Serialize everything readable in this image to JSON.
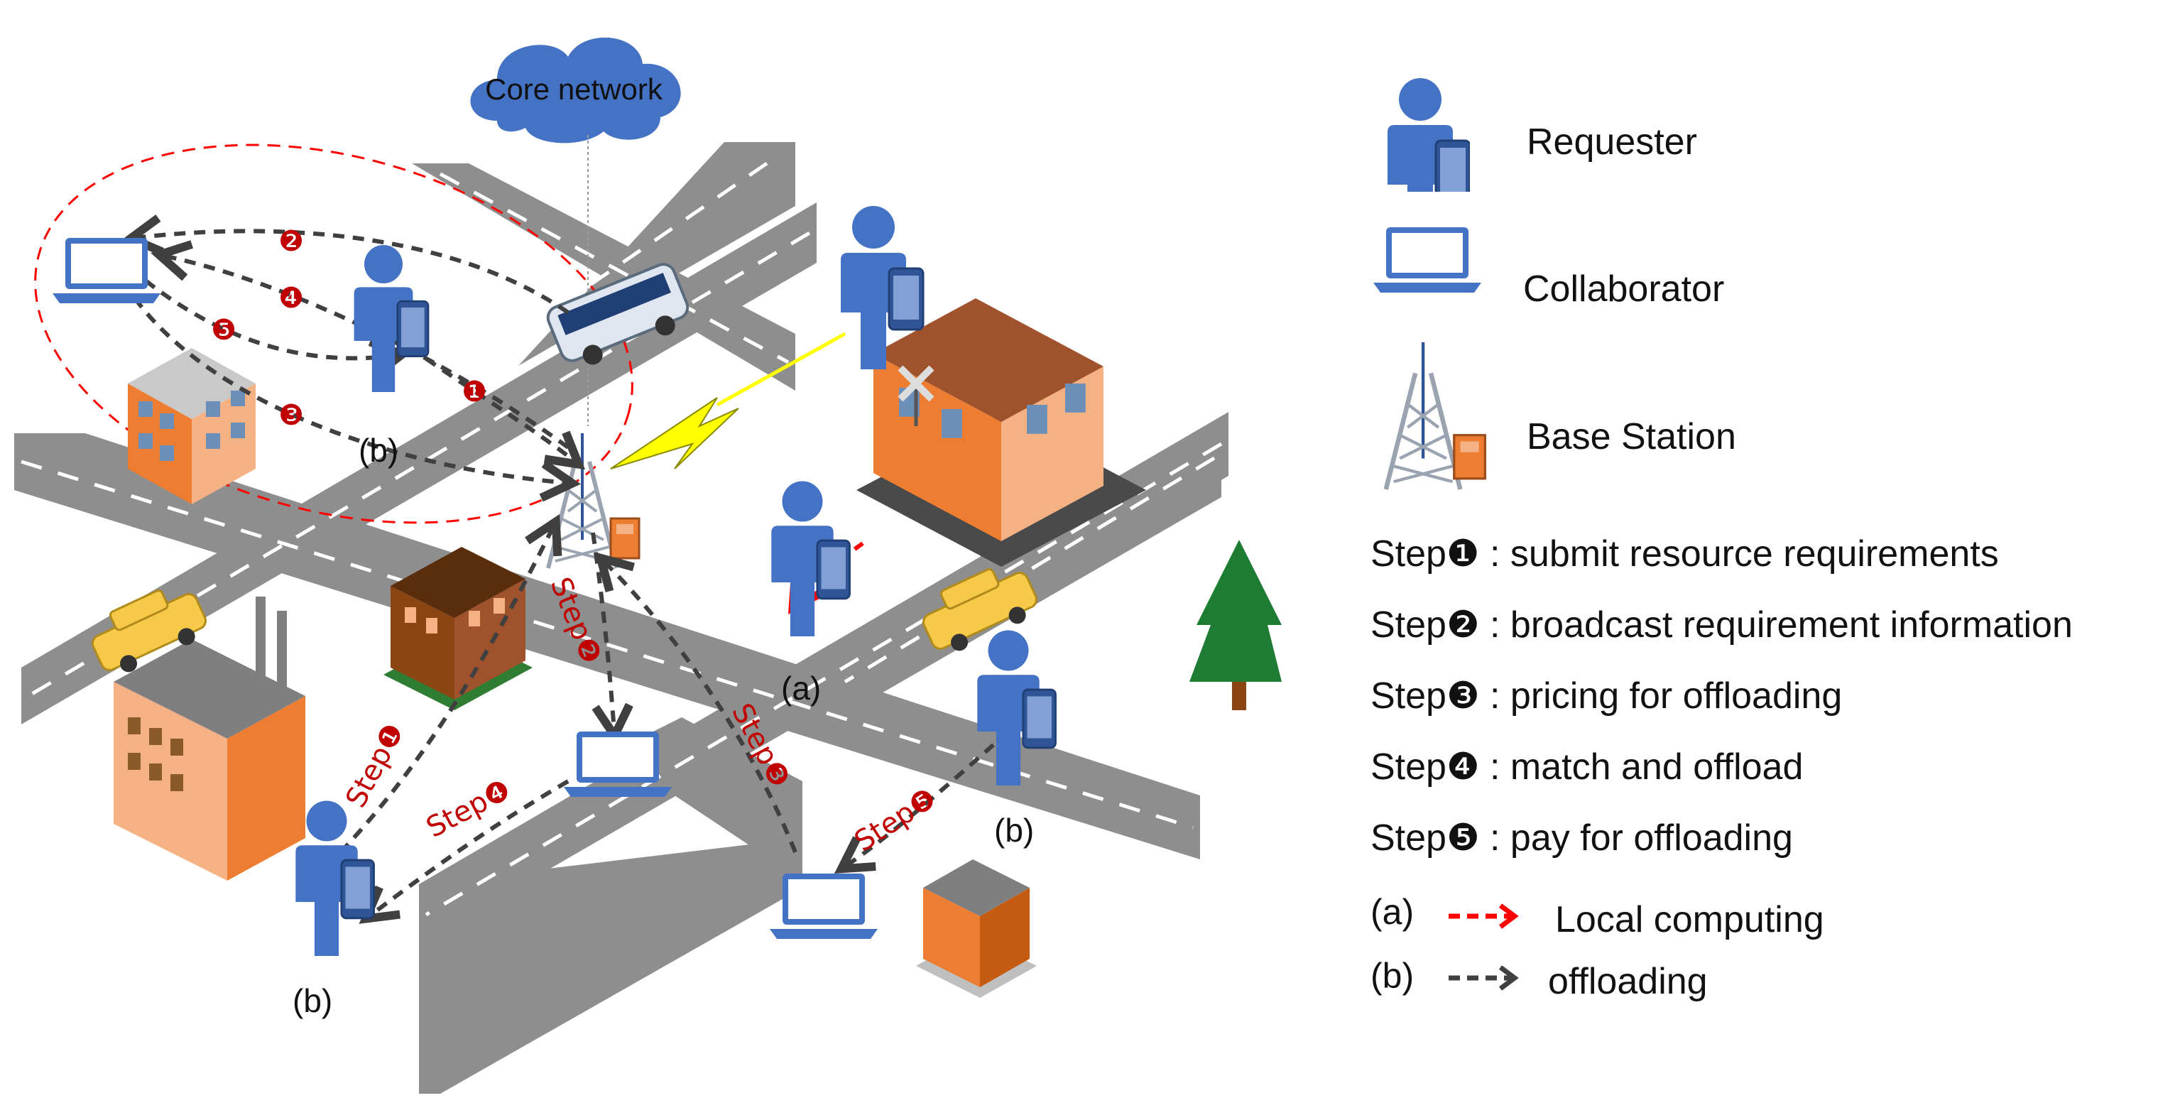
{
  "colors": {
    "road": "#8e8e8e",
    "road_edge": "#6f6f6f",
    "lane": "#ffffff",
    "device": "#4472c4",
    "device_dark": "#2f5597",
    "arrow_offload": "#404040",
    "arrow_local": "#ff0000",
    "step_red": "#c00000",
    "cloud": "#4472c4",
    "lightning": "#ffff00"
  },
  "diagram": {
    "cloud_label": "Core network",
    "labels": {
      "b_top_left": "(b)",
      "b_bottom_left": "(b)",
      "b_right": "(b)",
      "a_center": "(a)"
    },
    "circle_steps": [
      "❷",
      "❹",
      "❺",
      "❸",
      "❶"
    ],
    "road_steps": [
      {
        "text": "Step❶"
      },
      {
        "text": "Step❷"
      },
      {
        "text": "Step❸"
      },
      {
        "text": "Step❹"
      },
      {
        "text": "Step❺"
      }
    ]
  },
  "legend": {
    "requester": "Requester",
    "collaborator": "Collaborator",
    "base_station": "Base Station",
    "steps": [
      "Step❶ : submit resource requirements",
      "Step❷ : broadcast requirement information",
      "Step❸ : pricing for offloading",
      "Step❹ : match and offload",
      "Step❺ : pay for offloading"
    ],
    "local_key": "(a)",
    "local_label": "Local computing",
    "offload_key": "(b)",
    "offload_label": "offloading"
  }
}
